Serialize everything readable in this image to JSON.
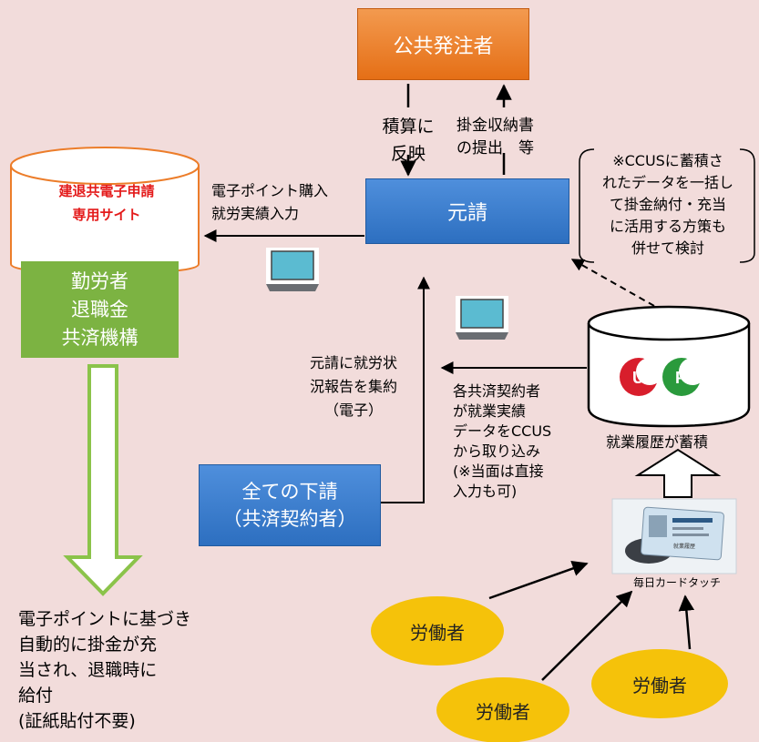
{
  "nodes": {
    "public_orderer": "公共発注者",
    "prime_contractor": "元請",
    "subcontractors": "全ての下請\n（共済契約者）",
    "retirement_fund": "勤労者\n退職金\n共済機構",
    "e_application_site": "建退共電子申請\n専用サイト",
    "history_accumulated": "就業履歴が蓄積",
    "daily_card_touch": "毎日カードタッチ"
  },
  "labels": {
    "reflect_in_estimate": "積算に\n反映",
    "submit_documents": "掛金収納書\nの提出　等",
    "consider_note": "※CCUSに蓄積さ\nれたデータを一括し\nて掛金納付・充当\nに活用する方策も\n併せて検討",
    "purchase_points": "電子ポイント購入\n就労実績入力",
    "collect_reports": "元請に就労状\n況報告を集約\n（電子）",
    "import_data": "各共済契約者\nが就業実績\nデータをCCUS\nから取り込み\n(※当面は直接\n入力も可)",
    "benefit_note": "電子ポイントに基づき\n自動的に掛金が充\n当され、退職時に\n給付\n(証紙貼付不要)"
  },
  "workers": [
    "労働者",
    "労働者",
    "労働者"
  ],
  "icons": {
    "logo_letters": [
      "U",
      "P"
    ],
    "card_caption": "就業履歴"
  },
  "colors": {
    "background": "#f2dcdb",
    "orange_node": "#ec7d2a",
    "blue_node": "#3a7fd0",
    "green_node": "#7cb342",
    "worker_fill": "#f5c20a",
    "site_label": "#e41b1b"
  }
}
